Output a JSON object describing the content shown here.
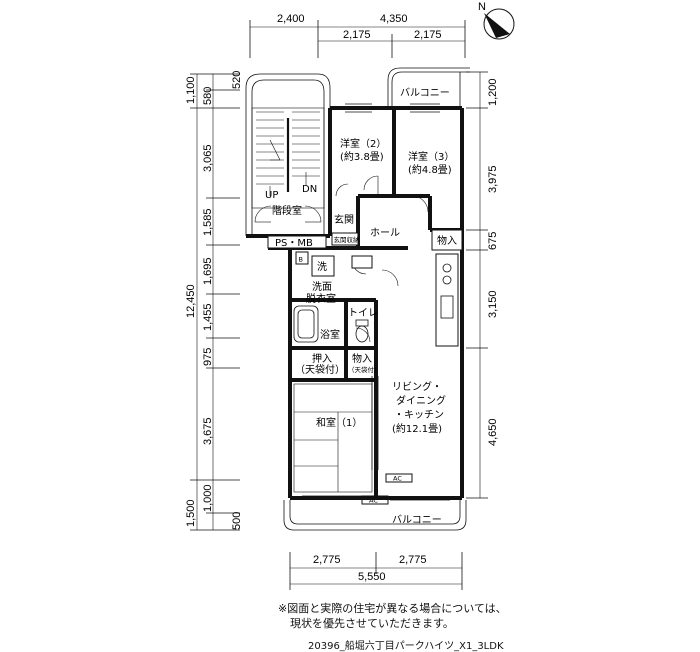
{
  "compass": {
    "label": "N",
    "icon": "north-arrow-icon"
  },
  "dimensions": {
    "top_outer": [
      "2,400",
      "4,350"
    ],
    "top_inner": [
      "2,175",
      "2,175"
    ],
    "bottom_inner": [
      "2,775",
      "2,775"
    ],
    "bottom_total": "5,550",
    "left_outer": [
      "1,100",
      "12,450",
      "1,500"
    ],
    "left_inner": [
      "580",
      "520",
      "3,065",
      "1,585",
      "1,695",
      "1,455",
      "975",
      "3,675",
      "1,000",
      "500"
    ],
    "right": [
      "1,200",
      "3,975",
      "675",
      "3,150",
      "4,650"
    ]
  },
  "rooms": {
    "balcony_top": "バルコニー",
    "balcony_bottom": "バルコニー",
    "western2_name": "洋室（2）",
    "western2_size": "(約3.8畳)",
    "western3_name": "洋室（3）",
    "western3_size": "(約4.8畳)",
    "stair_up": "UP",
    "stair_dn": "DN",
    "stairwell": "階段室",
    "entrance": "玄関",
    "shoe_storage": "玄関収納",
    "hall": "ホール",
    "ps_mb": "PS・MB",
    "storage_right": "物入",
    "b_mark": "B",
    "washer": "洗",
    "washroom_line1": "洗面",
    "washroom_line2": "脱衣室",
    "toilet": "トイレ",
    "bath": "浴室",
    "closet_name": "押入",
    "closet_sub": "（天袋付）",
    "storage2_name": "物入",
    "storage2_sub": "（天袋付）",
    "ldk_line1": "リビング・",
    "ldk_line2": "ダイニング",
    "ldk_line3": "・キッチン",
    "ldk_line4": "(約12.1畳)",
    "washitsu": "和室（1）",
    "ac1": "AC",
    "ac2": "AC"
  },
  "notes": {
    "line1": "※図面と実際の住宅が異なる場合については、",
    "line2": "現状を優先させていただきます。",
    "caption": "20396_船堀六丁目パークハイツ_X1_3LDK"
  }
}
